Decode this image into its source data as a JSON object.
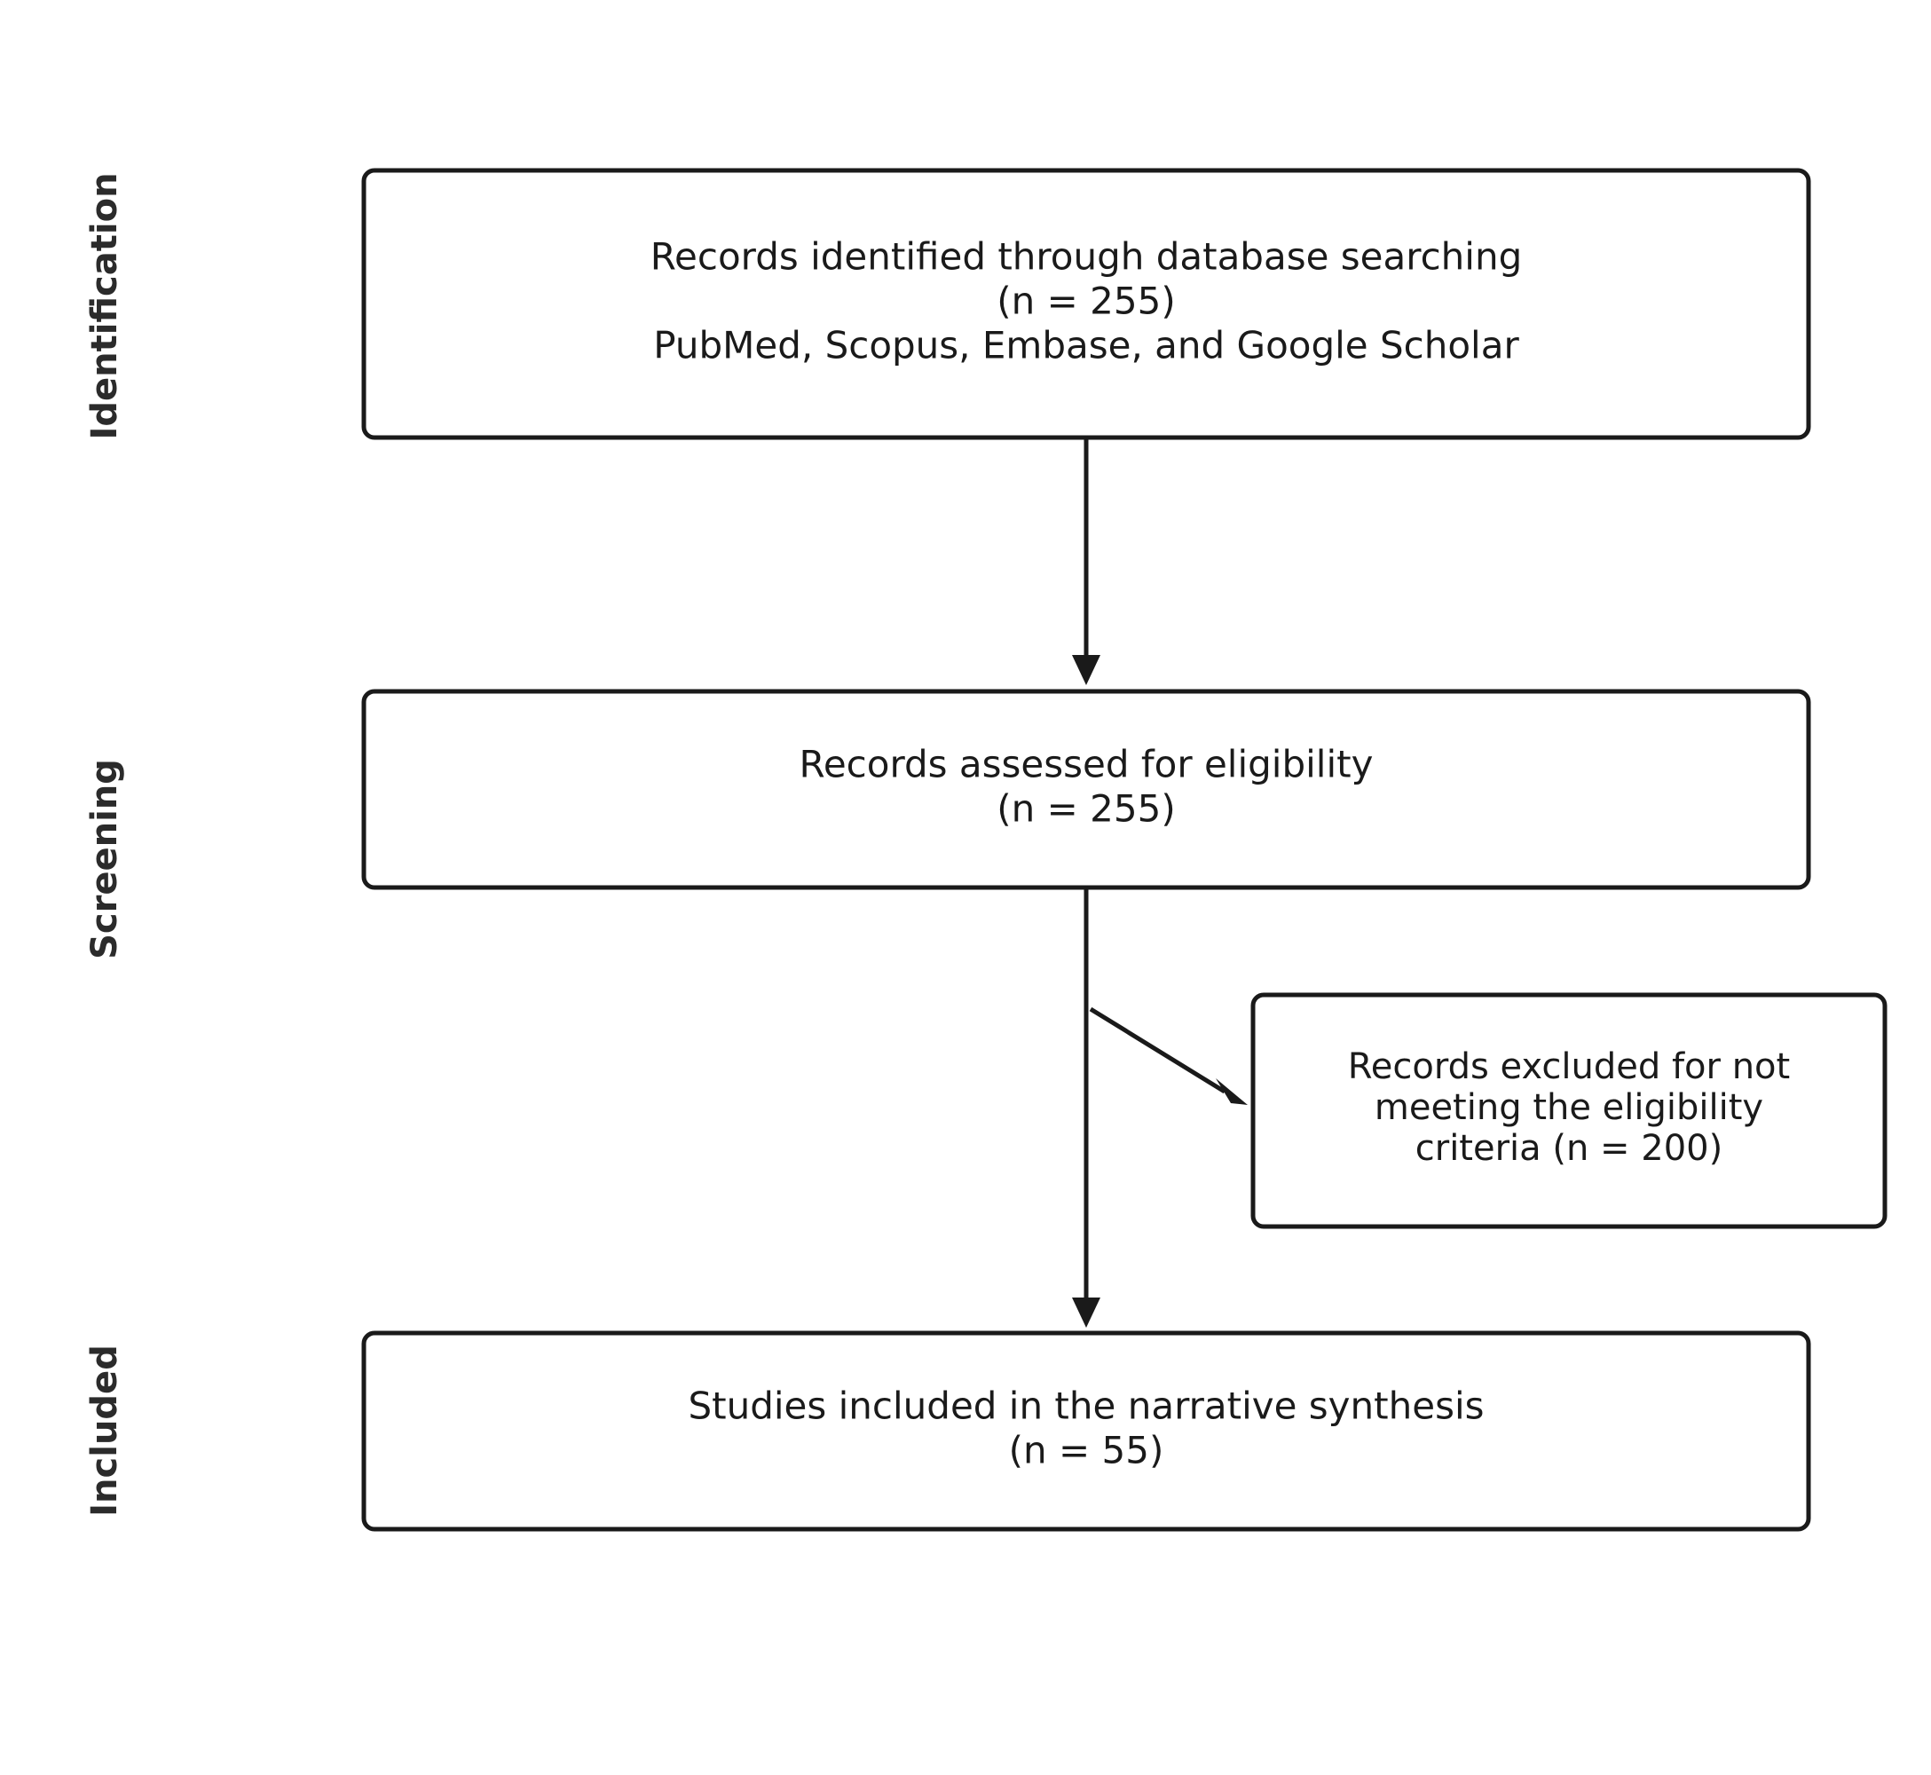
{
  "stages": {
    "identification": "Identification",
    "screening": "Screening",
    "included": "Included"
  },
  "boxes": {
    "identified": {
      "line1": "Records identified through database searching",
      "line2": "(n = 255)",
      "line3": "PubMed, Scopus, Embase, and Google Scholar"
    },
    "assessed": {
      "line1": "Records assessed for eligibility",
      "line2": "(n = 255)"
    },
    "excluded": {
      "line1": "Records excluded for not",
      "line2": "meeting the eligibility",
      "line3": "criteria (n = 200)"
    },
    "included": {
      "line1": "Studies included in the narrative synthesis",
      "line2": "(n = 55)"
    }
  },
  "colors": {
    "stroke": "#1a1a1a",
    "stage_text": "#2b2b2b",
    "background": "#ffffff"
  }
}
